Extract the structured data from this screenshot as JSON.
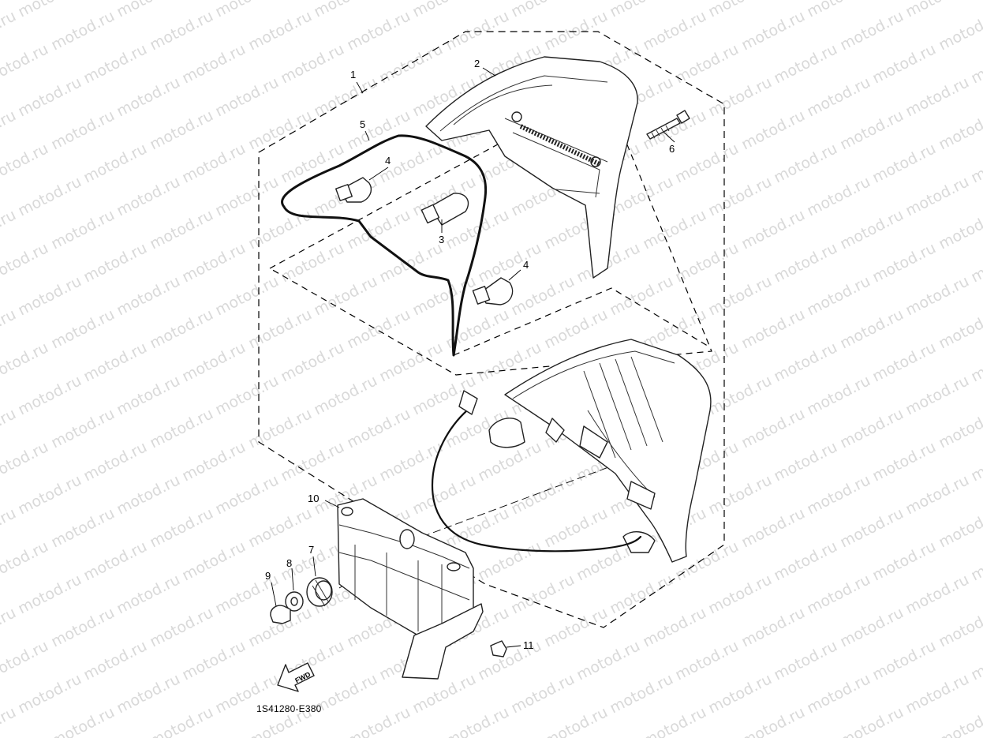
{
  "watermark": {
    "text": "motod.ru",
    "color": "#d9d9d9"
  },
  "callouts": [
    {
      "id": "1",
      "label": "1"
    },
    {
      "id": "2",
      "label": "2"
    },
    {
      "id": "3",
      "label": "3"
    },
    {
      "id": "4a",
      "label": "4"
    },
    {
      "id": "4b",
      "label": "4"
    },
    {
      "id": "5",
      "label": "5"
    },
    {
      "id": "6",
      "label": "6"
    },
    {
      "id": "7",
      "label": "7"
    },
    {
      "id": "8",
      "label": "8"
    },
    {
      "id": "9",
      "label": "9"
    },
    {
      "id": "10",
      "label": "10"
    },
    {
      "id": "11",
      "label": "11"
    }
  ],
  "fwd_label": "FWD",
  "diagram_ref": "1S41280-E380",
  "icons": [
    "tail-light-lens",
    "bulb",
    "harness",
    "bolt",
    "grommet",
    "washer",
    "nut",
    "bracket",
    "clip",
    "fwd-arrow"
  ]
}
